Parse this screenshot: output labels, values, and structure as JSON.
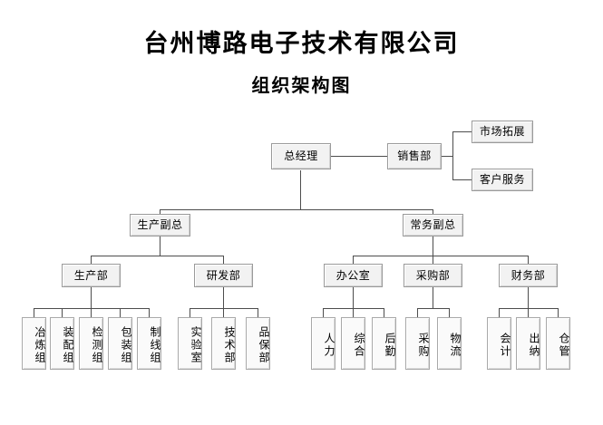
{
  "header": {
    "company_title": "台州博路电子技术有限公司",
    "chart_subtitle": "组织架构图"
  },
  "chart_data": {
    "type": "diagram",
    "diagram_kind": "organization-chart",
    "title": "台州博路电子技术有限公司",
    "subtitle": "组织架构图",
    "orientation": "top-down",
    "levels": 4,
    "node_count": 24,
    "colors": {
      "box_fill": "#f2f2f2",
      "box_border": "#9a9a9a",
      "leaf_fill": "#fafafa",
      "connector": "#4d4d4d",
      "text": "#000000",
      "background": "#ffffff"
    },
    "nodes": {
      "general_manager": "总经理",
      "sales_dept": "销售部",
      "market_development": "市场拓展",
      "customer_service": "客户服务",
      "vp_production": "生产副总",
      "vp_executive": "常务副总",
      "production_dept": "生产部",
      "rd_dept": "研发部",
      "office_dept": "办公室",
      "purchasing_dept": "采购部",
      "finance_dept": "财务部",
      "smelting_group": "冶炼组",
      "assembly_group": "装配组",
      "inspection_group": "检测组",
      "packaging_group": "包装组",
      "wire_group": "制线组",
      "laboratory": "实验室",
      "technology_dept": "技术部",
      "quality_dept": "品保部",
      "human_resources": "人力",
      "general_affairs": "综合",
      "logistics_support": "后勤",
      "procurement": "采购",
      "logistics": "物流",
      "accounting": "会计",
      "cashier": "出纳",
      "warehouse": "仓管"
    },
    "edges": [
      {
        "from": "总经理",
        "to": "销售部"
      },
      {
        "from": "销售部",
        "to": "市场拓展"
      },
      {
        "from": "销售部",
        "to": "客户服务"
      },
      {
        "from": "总经理",
        "to": "生产副总"
      },
      {
        "from": "总经理",
        "to": "常务副总"
      },
      {
        "from": "生产副总",
        "to": "生产部"
      },
      {
        "from": "生产副总",
        "to": "研发部"
      },
      {
        "from": "常务副总",
        "to": "办公室"
      },
      {
        "from": "常务副总",
        "to": "采购部"
      },
      {
        "from": "常务副总",
        "to": "财务部"
      },
      {
        "from": "生产部",
        "to": "冶炼组"
      },
      {
        "from": "生产部",
        "to": "装配组"
      },
      {
        "from": "生产部",
        "to": "检测组"
      },
      {
        "from": "生产部",
        "to": "包装组"
      },
      {
        "from": "生产部",
        "to": "制线组"
      },
      {
        "from": "研发部",
        "to": "实验室"
      },
      {
        "from": "研发部",
        "to": "技术部"
      },
      {
        "from": "研发部",
        "to": "品保部"
      },
      {
        "from": "办公室",
        "to": "人力"
      },
      {
        "from": "办公室",
        "to": "综合"
      },
      {
        "from": "办公室",
        "to": "后勤"
      },
      {
        "from": "采购部",
        "to": "采购"
      },
      {
        "from": "采购部",
        "to": "物流"
      },
      {
        "from": "财务部",
        "to": "会计"
      },
      {
        "from": "财务部",
        "to": "出纳"
      },
      {
        "from": "财务部",
        "to": "仓管"
      }
    ]
  }
}
